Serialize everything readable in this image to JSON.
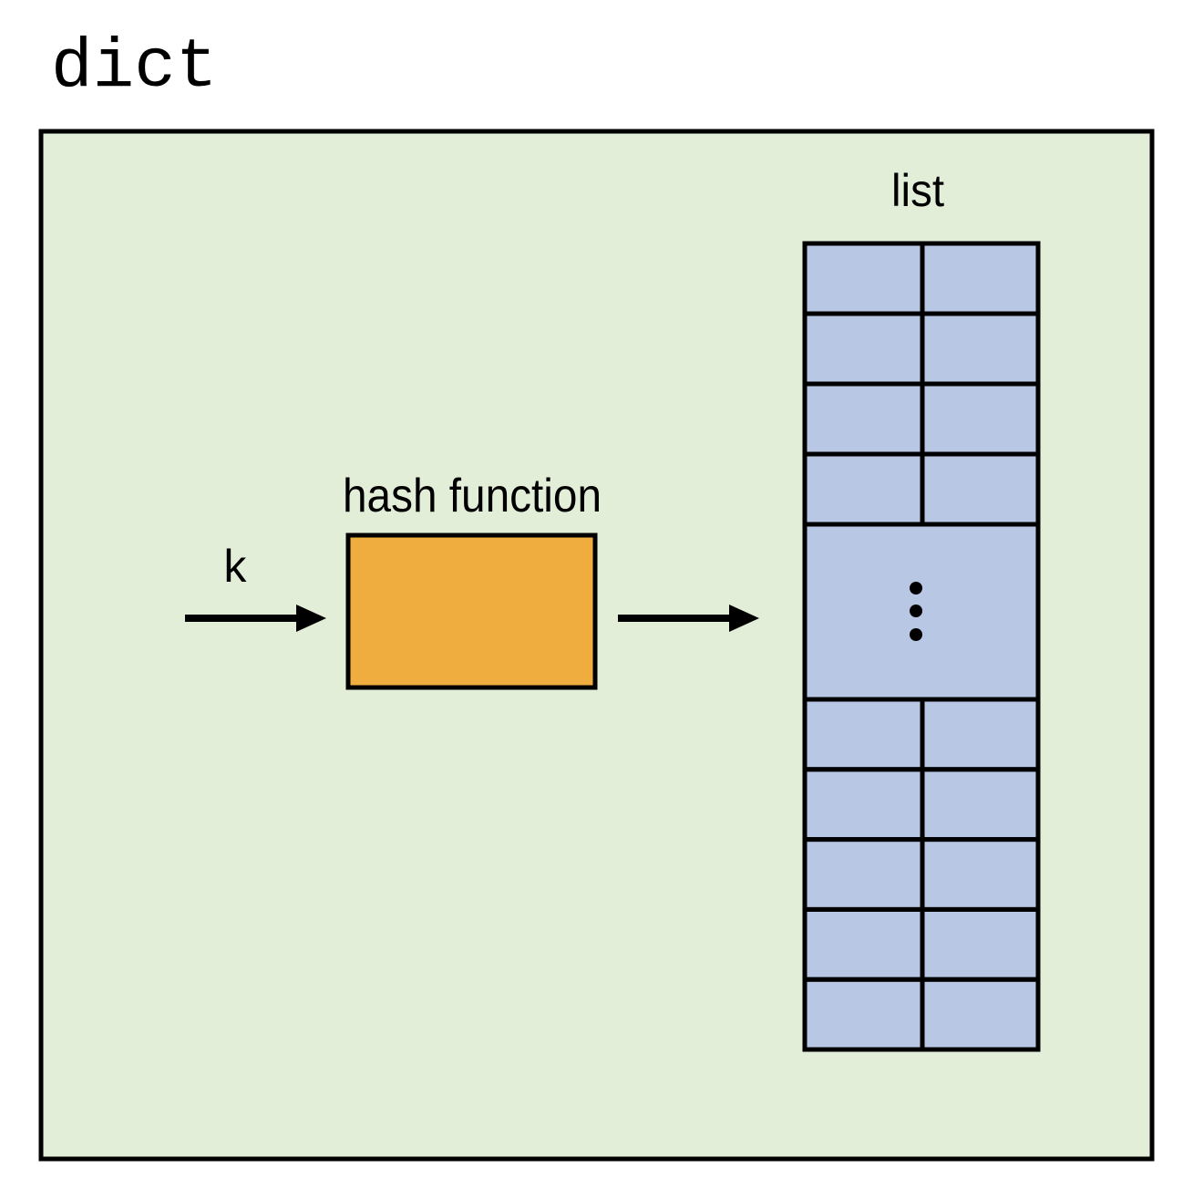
{
  "title": "dict",
  "key_label": "k",
  "hash_label": "hash function",
  "list_label": "list",
  "colors": {
    "container_fill": "#e3eed9",
    "hash_fill": "#f0ad3f",
    "list_fill": "#b8c7e3",
    "stroke": "#000000"
  },
  "list": {
    "top_rows": 4,
    "bottom_rows": 5,
    "columns": 2,
    "ellipsis": "vertical-dots"
  }
}
